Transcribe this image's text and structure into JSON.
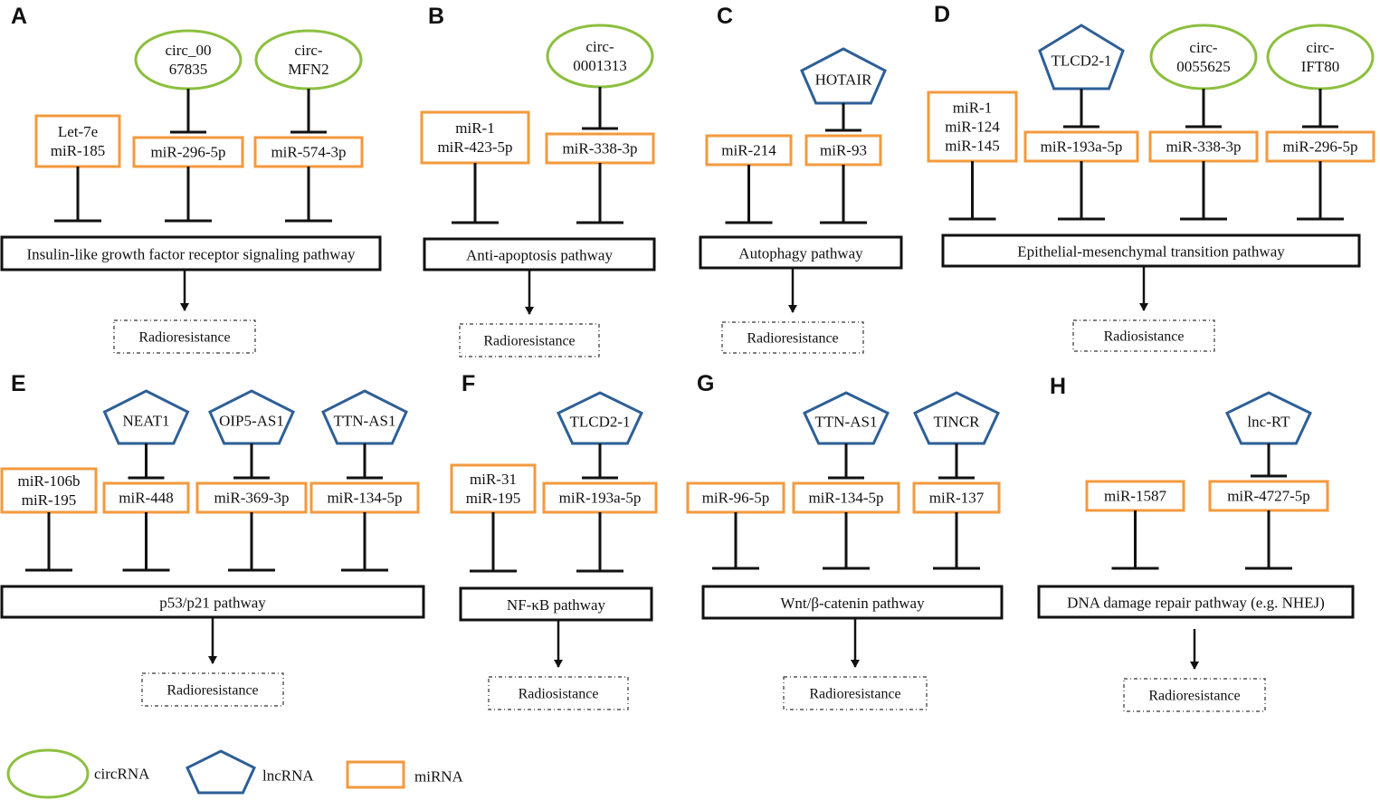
{
  "colors": {
    "circRNA": "#8cbf3f",
    "lncRNA": "#2e5f96",
    "miRNA": "#f39a3d",
    "line": "#111111"
  },
  "panels": [
    {
      "label": "A",
      "pathway": "Insulin-like growth factor receptor signaling pathway",
      "outcome": "Radioresistance",
      "mirnas": [
        {
          "name": [
            "Let-7e",
            "miR-185"
          ],
          "regulator": null
        },
        {
          "name": [
            "miR-296-5p"
          ],
          "regulator": {
            "type": "circRNA",
            "name": [
              "circ_00",
              "67835"
            ]
          }
        },
        {
          "name": [
            "miR-574-3p"
          ],
          "regulator": {
            "type": "circRNA",
            "name": [
              "circ-",
              "MFN2"
            ]
          }
        }
      ]
    },
    {
      "label": "B",
      "pathway": "Anti-apoptosis pathway",
      "outcome": "Radioresistance",
      "mirnas": [
        {
          "name": [
            "miR-1",
            "miR-423-5p"
          ],
          "regulator": null
        },
        {
          "name": [
            "miR-338-3p"
          ],
          "regulator": {
            "type": "circRNA",
            "name": [
              "circ-",
              "0001313"
            ]
          }
        }
      ]
    },
    {
      "label": "C",
      "pathway": "Autophagy pathway",
      "outcome": "Radioresistance",
      "mirnas": [
        {
          "name": [
            "miR-214"
          ],
          "regulator": null
        },
        {
          "name": [
            "miR-93"
          ],
          "regulator": {
            "type": "lncRNA",
            "name": [
              "HOTAIR"
            ]
          }
        }
      ]
    },
    {
      "label": "D",
      "pathway": "Epithelial-mesenchymal transition pathway",
      "outcome": "Radiosistance",
      "mirnas": [
        {
          "name": [
            "miR-1",
            "miR-124",
            "miR-145"
          ],
          "regulator": null
        },
        {
          "name": [
            "miR-193a-5p"
          ],
          "regulator": {
            "type": "lncRNA",
            "name": [
              "TLCD2-1"
            ]
          }
        },
        {
          "name": [
            "miR-338-3p"
          ],
          "regulator": {
            "type": "circRNA",
            "name": [
              "circ-",
              "0055625"
            ]
          }
        },
        {
          "name": [
            "miR-296-5p"
          ],
          "regulator": {
            "type": "circRNA",
            "name": [
              "circ-",
              "IFT80"
            ]
          }
        }
      ]
    },
    {
      "label": "E",
      "pathway": "p53/p21 pathway",
      "outcome": "Radioresistance",
      "mirnas": [
        {
          "name": [
            "miR-106b",
            "miR-195"
          ],
          "regulator": null
        },
        {
          "name": [
            "miR-448"
          ],
          "regulator": {
            "type": "lncRNA",
            "name": [
              "NEAT1"
            ]
          }
        },
        {
          "name": [
            "miR-369-3p"
          ],
          "regulator": {
            "type": "lncRNA",
            "name": [
              "OIP5-AS1"
            ]
          }
        },
        {
          "name": [
            "miR-134-5p"
          ],
          "regulator": {
            "type": "lncRNA",
            "name": [
              "TTN-AS1"
            ]
          }
        }
      ]
    },
    {
      "label": "F",
      "pathway": "NF-κB pathway",
      "outcome": "Radiosistance",
      "mirnas": [
        {
          "name": [
            "miR-31",
            "miR-195"
          ],
          "regulator": null
        },
        {
          "name": [
            "miR-193a-5p"
          ],
          "regulator": {
            "type": "lncRNA",
            "name": [
              "TLCD2-1"
            ]
          }
        }
      ]
    },
    {
      "label": "G",
      "pathway": "Wnt/β-catenin pathway",
      "outcome": "Radioresistance",
      "mirnas": [
        {
          "name": [
            "miR-96-5p"
          ],
          "regulator": null
        },
        {
          "name": [
            "miR-134-5p"
          ],
          "regulator": {
            "type": "lncRNA",
            "name": [
              "TTN-AS1"
            ]
          }
        },
        {
          "name": [
            "miR-137"
          ],
          "regulator": {
            "type": "lncRNA",
            "name": [
              "TINCR"
            ]
          }
        }
      ]
    },
    {
      "label": "H",
      "pathway": "DNA damage repair pathway (e.g. NHEJ)",
      "outcome": "Radioresistance",
      "mirnas": [
        {
          "name": [
            "miR-1587"
          ],
          "regulator": null
        },
        {
          "name": [
            "miR-4727-5p"
          ],
          "regulator": {
            "type": "lncRNA",
            "name": [
              "lnc-RT"
            ]
          }
        }
      ]
    }
  ],
  "legend": [
    {
      "shape": "ellipse",
      "label": "circRNA"
    },
    {
      "shape": "pentagon",
      "label": "lncRNA"
    },
    {
      "shape": "rect",
      "label": "miRNA"
    }
  ]
}
